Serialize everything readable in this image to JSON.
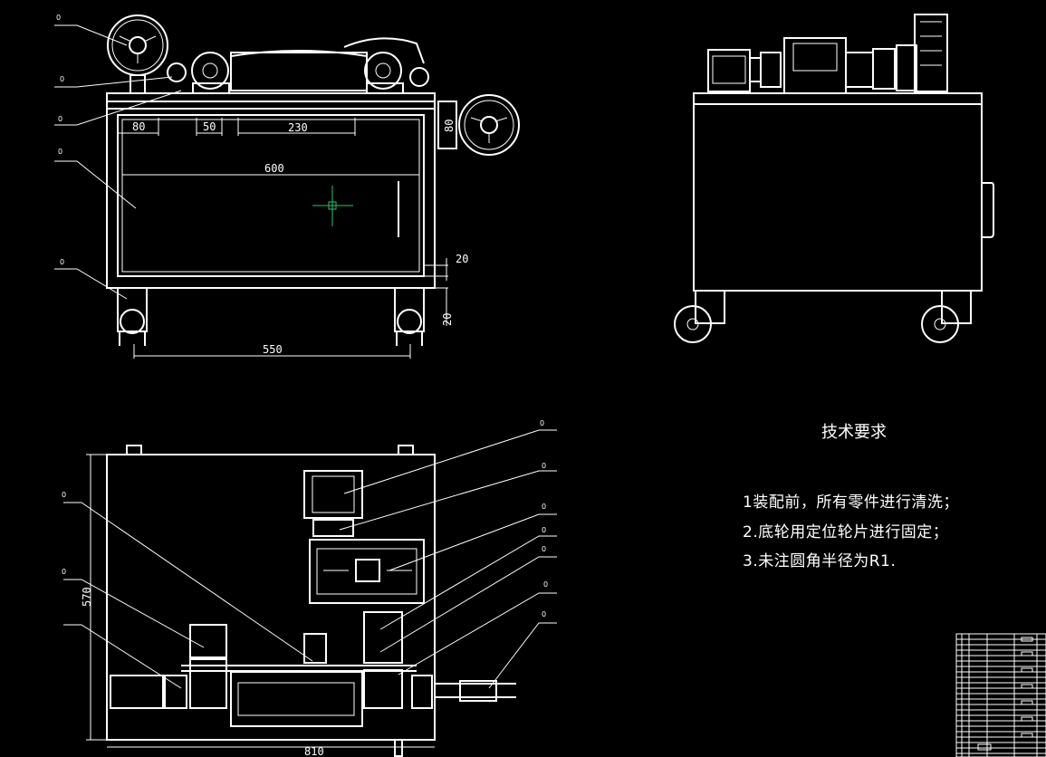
{
  "dimensions": {
    "d80": "80",
    "d50": "50",
    "d230": "230",
    "d600": "600",
    "d20a": "20",
    "d20b": "20",
    "d550": "550",
    "d80v": "80",
    "d570": "570",
    "d810": "810"
  },
  "balloon_mark": "0",
  "tech_requirements": {
    "title": "技术要求",
    "items": [
      "1装配前，所有零件进行清洗；",
      "2.底轮用定位轮片进行固定；",
      "3.未注圆角半径为R1."
    ]
  }
}
